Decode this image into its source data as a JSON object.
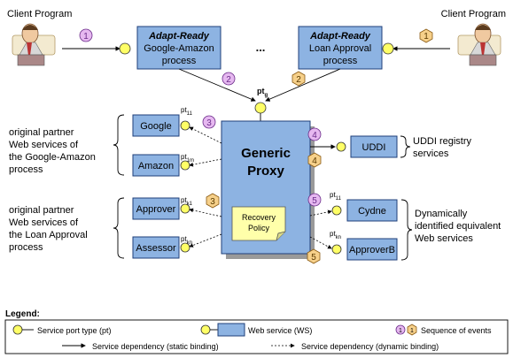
{
  "clients": {
    "left_label": "Client Program",
    "right_label": "Client Program"
  },
  "processes": {
    "google": {
      "title": "Adapt-Ready",
      "line1": "Google-Amazon",
      "line2": "process"
    },
    "loan": {
      "title": "Adapt-Ready",
      "line1": "Loan Approval",
      "line2": "process"
    },
    "ellipsis": "..."
  },
  "proxy": {
    "line1": "Generic",
    "line2": "Proxy",
    "port_label": "pt",
    "port_sub": "g",
    "recovery_line1": "Recovery",
    "recovery_line2": "Policy"
  },
  "partners_left": {
    "google": {
      "name": "Google",
      "pt": "pt",
      "pt_sub": "11"
    },
    "amazon": {
      "name": "Amazon",
      "pt": "pt",
      "pt_sub": "1m"
    },
    "approver": {
      "name": "Approver",
      "pt": "pt",
      "pt_sub": "k1"
    },
    "assessor": {
      "name": "Assessor",
      "pt": "pt",
      "pt_sub": "kn"
    }
  },
  "partners_right": {
    "uddi": {
      "name": "UDDI"
    },
    "cydne": {
      "name": "Cydne",
      "pt": "pt",
      "pt_sub": "11"
    },
    "approverb": {
      "name": "ApproverB",
      "pt": "pt",
      "pt_sub": "kn"
    }
  },
  "annotations": {
    "left_top": [
      "original partner",
      "Web services of",
      "the Google-Amazon",
      "process"
    ],
    "left_bottom": [
      "original partner",
      "Web services of",
      "the Loan Approval",
      "process"
    ],
    "right_uddi": [
      "UDDI registry",
      "services"
    ],
    "right_dynamic": [
      "Dynamically",
      "identified equivalent",
      "Web services"
    ]
  },
  "events": {
    "c1": "1",
    "h1": "1",
    "c2": "2",
    "h2": "2",
    "c3": "3",
    "h3": "3",
    "c4": "4",
    "h4": "4",
    "c5": "5",
    "h5": "5"
  },
  "legend": {
    "title": "Legend:",
    "port_type": "Service port type (pt)",
    "web_service": "Web service (WS)",
    "sequence": "Sequence of events",
    "static": "Service dependency (static binding)",
    "dynamic": "Service dependency (dynamic binding)",
    "seq_c": "1",
    "seq_h": "1"
  },
  "colors": {
    "box_blue": "#8db3e2",
    "port_yellow": "#ffff66",
    "event_purple": "#e6b8f0",
    "event_orange": "#f6d08a"
  }
}
